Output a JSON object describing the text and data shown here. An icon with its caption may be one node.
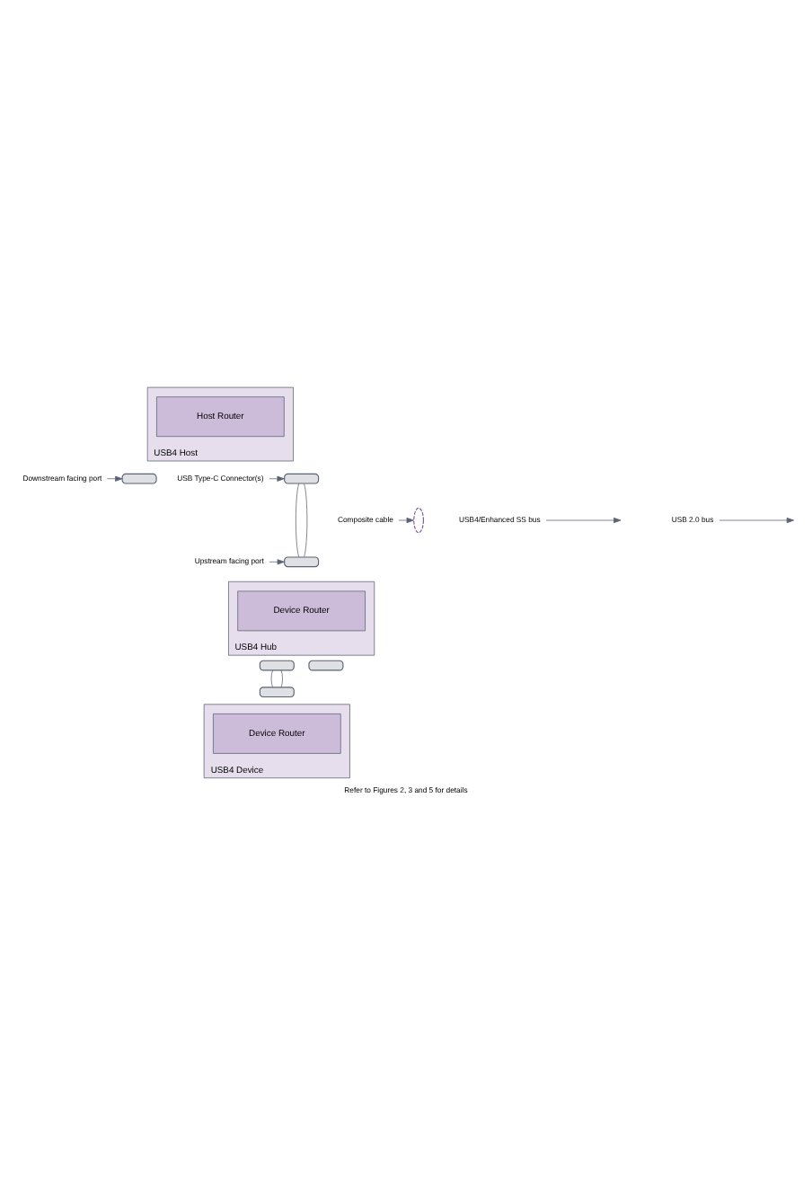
{
  "diagram": {
    "caption": "Refer to Figures 2, 3 and 5 for details",
    "nodes": [
      {
        "text": [
          "USB4 Host"
        ]
      },
      {
        "text": [
          "Host Router"
        ],
        "in": 0
      },
      {
        "text": [],
        "shape": "box"
      },
      {
        "text": [],
        "shape": "box"
      },
      {
        "text": [
          "USB4 Hub"
        ]
      },
      {
        "text": [
          "Device Router"
        ],
        "in": 4
      },
      {
        "text": [],
        "shape": "box"
      },
      {
        "text": [],
        "shape": "box"
      },
      {
        "text": [],
        "shape": "box"
      },
      {
        "text": [
          "USB4 Device"
        ]
      },
      {
        "text": [
          "Device Router"
        ],
        "in": 9
      },
      {
        "text": [],
        "shape": "box"
      },
      {
        "text": [
          "Downstream facing port"
        ]
      },
      {
        "text": [
          "USB4/Enhanced SS bus"
        ]
      },
      {
        "text": [
          "USB Type-C Connector(s)"
        ]
      },
      {
        "text": [
          "USB 2.0 bus"
        ]
      },
      {
        "text": [
          "Composite cable"
        ]
      },
      {
        "text": [
          "Upstream facing port"
        ]
      },
      {
        "text": [],
        "shape": "ellipse"
      }
    ],
    "edges": [
      {
        "from": 3,
        "to": 6,
        "arrow": "none"
      },
      {
        "from": 3,
        "to": 6,
        "arrow": "none"
      },
      {
        "from": 7,
        "to": 11,
        "arrow": "none"
      },
      {
        "from": 7,
        "to": 11,
        "arrow": "none"
      },
      {
        "from": 12,
        "to": 2,
        "arrow": "to"
      },
      {
        "from": 14,
        "to": 3,
        "arrow": "to"
      },
      {
        "from": 13,
        "to": null,
        "arrow": "to"
      },
      {
        "from": 15,
        "to": null,
        "arrow": "to"
      },
      {
        "from": 16,
        "to": 18,
        "arrow": "to"
      },
      {
        "from": 17,
        "to": 6,
        "arrow": "to"
      }
    ]
  }
}
